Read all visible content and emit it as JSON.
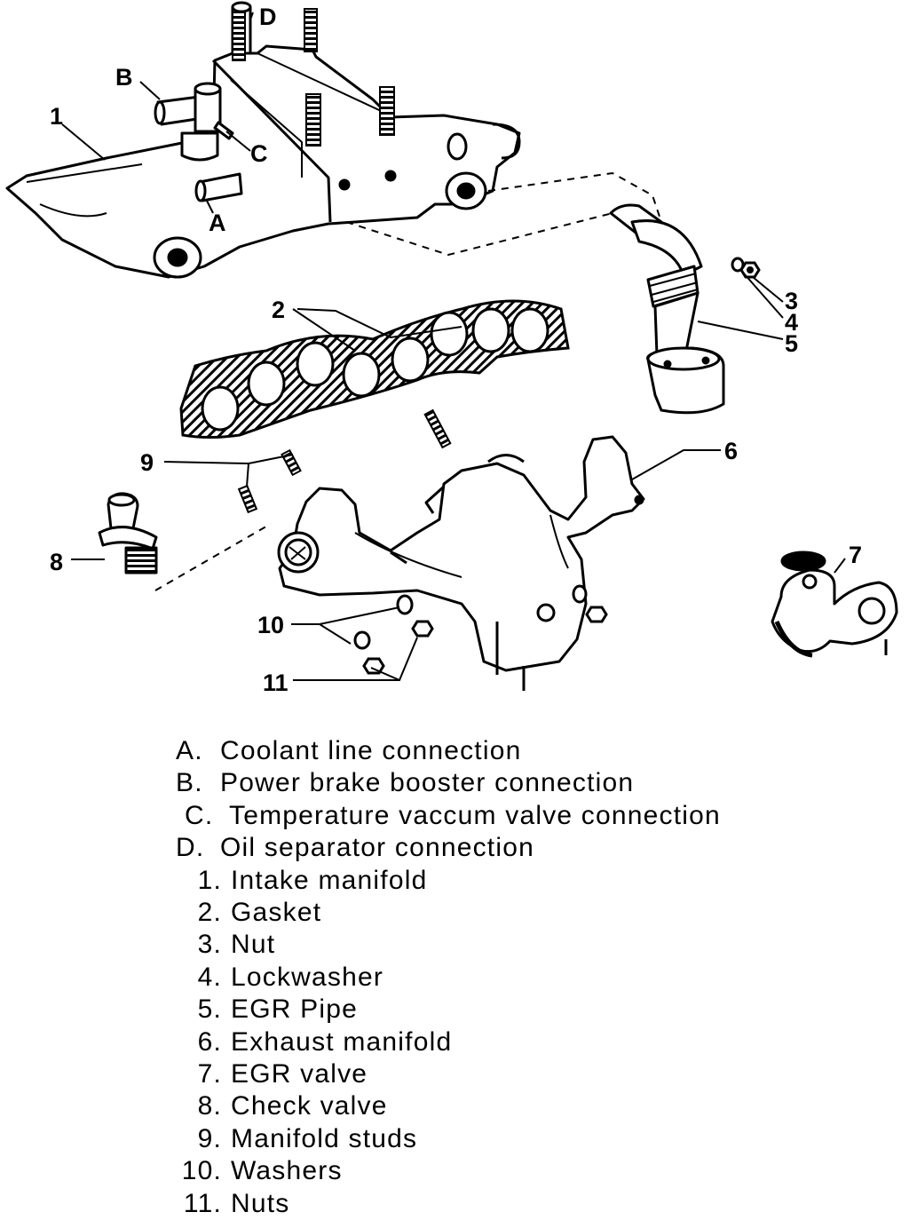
{
  "callouts": {
    "A": "A",
    "B": "B",
    "C": "C",
    "D": "D",
    "n1": "1",
    "n2": "2",
    "n3": "3",
    "n4": "4",
    "n5": "5",
    "n6": "6",
    "n7": "7",
    "n8": "8",
    "n9": "9",
    "n10": "10",
    "n11": "11"
  },
  "legend": [
    {
      "key": "A.",
      "label": "Coolant line connection"
    },
    {
      "key": "B.",
      "label": "Power brake booster connection"
    },
    {
      "key": "C.",
      "label": "Temperature vaccum valve connection"
    },
    {
      "key": "D.",
      "label": "Oil separator connection"
    },
    {
      "key": "1.",
      "label": "Intake manifold"
    },
    {
      "key": "2.",
      "label": "Gasket"
    },
    {
      "key": "3.",
      "label": "Nut"
    },
    {
      "key": "4.",
      "label": "Lockwasher"
    },
    {
      "key": "5.",
      "label": "EGR Pipe"
    },
    {
      "key": "6.",
      "label": "Exhaust manifold"
    },
    {
      "key": "7.",
      "label": "EGR valve"
    },
    {
      "key": "8.",
      "label": "Check valve"
    },
    {
      "key": "9.",
      "label": "Manifold studs"
    },
    {
      "key": "10.",
      "label": "Washers"
    },
    {
      "key": "11.",
      "label": "Nuts"
    }
  ]
}
